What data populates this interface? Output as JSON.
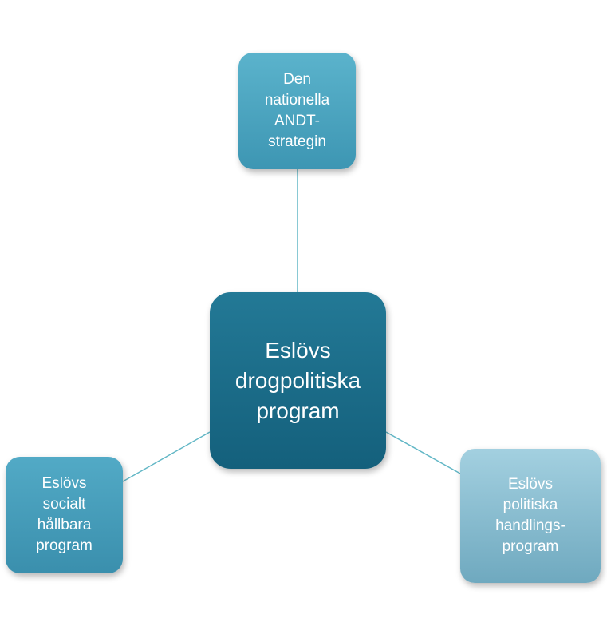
{
  "diagram": {
    "center": {
      "lines": [
        "Eslövs",
        "drogpolitiska",
        "program"
      ],
      "color": "#1a6d89"
    },
    "top": {
      "lines": [
        "Den",
        "nationella",
        "ANDT-",
        "strategin"
      ],
      "color": "#4ea8c3"
    },
    "left": {
      "lines": [
        "Eslövs",
        "socialt",
        "hållbara",
        "program"
      ],
      "color": "#469fbd"
    },
    "right": {
      "lines": [
        "Eslövs",
        "politiska",
        "handlings-",
        "program"
      ],
      "color": "#8bbfd3"
    },
    "connector_color": "#62b7c6"
  }
}
